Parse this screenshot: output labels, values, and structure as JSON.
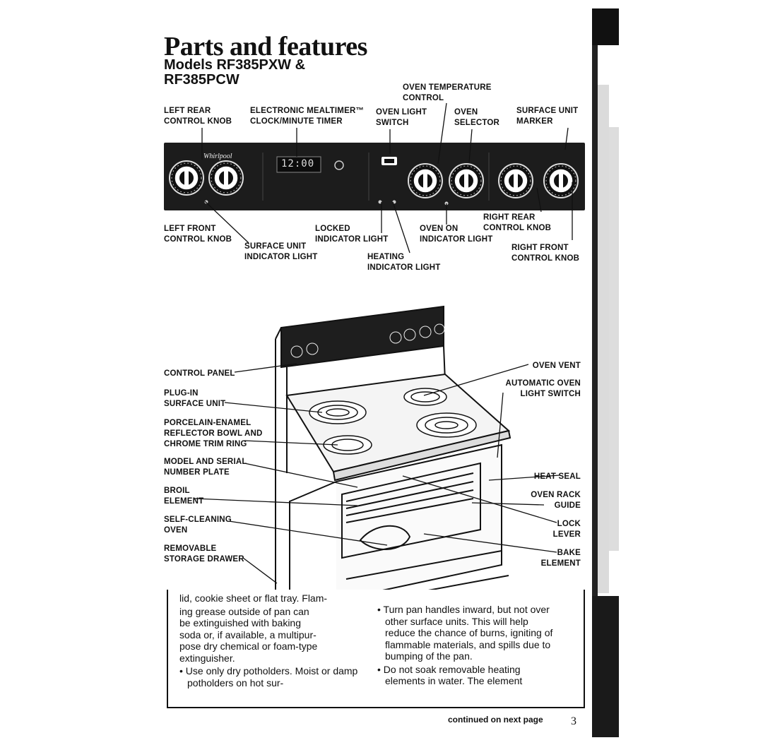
{
  "page": {
    "title": "Parts and features",
    "subtitle": "Models RF385PXW & RF385PCW",
    "continued": "continued on next page",
    "page_number": "3"
  },
  "panel_labels": {
    "left_rear_knob": "LEFT REAR\nCONTROL KNOB",
    "mealtimer": "ELECTRONIC MEALTIMER™\nCLOCK/MINUTE TIMER",
    "oven_temp": "OVEN TEMPERATURE\nCONTROL",
    "oven_light_switch": "OVEN LIGHT\nSWITCH",
    "oven_selector": "OVEN\nSELECTOR",
    "surface_unit_marker": "SURFACE UNIT\nMARKER",
    "left_front_knob": "LEFT FRONT\nCONTROL KNOB",
    "surface_indicator": "SURFACE UNIT\nINDICATOR LIGHT",
    "locked_indicator": "LOCKED\nINDICATOR LIGHT",
    "heating_indicator": "HEATING\nINDICATOR LIGHT",
    "oven_on_indicator": "OVEN ON\nINDICATOR LIGHT",
    "right_rear_knob": "RIGHT REAR\nCONTROL KNOB",
    "right_front_knob": "RIGHT FRONT\nCONTROL KNOB"
  },
  "panel_display": {
    "brand": "Whirlpool",
    "clock": "12:00"
  },
  "range_labels": {
    "control_panel": "CONTROL PANEL",
    "plug_in": "PLUG-IN\nSURFACE UNIT",
    "porcelain": "PORCELAIN-ENAMEL\nREFLECTOR BOWL AND\nCHROME TRIM RING",
    "model_plate": "MODEL AND SERIAL\nNUMBER PLATE",
    "broil": "BROIL\nELEMENT",
    "self_cleaning": "SELF-CLEANING\nOVEN",
    "storage_drawer": "REMOVABLE\nSTORAGE DRAWER",
    "oven_vent": "OVEN VENT",
    "auto_light": "AUTOMATIC OVEN\nLIGHT SWITCH",
    "heat_seal": "HEAT SEAL",
    "rack_guide": "OVEN RACK\nGUIDE",
    "lock_lever": "LOCK\nLEVER",
    "bake_element": "BAKE\nELEMENT"
  },
  "body_text": {
    "left": [
      "lid, cookie sheet or flat tray. Flam-",
      "ing grease outside of pan can",
      "be extinguished with baking",
      "soda or, if available, a multipur-",
      "pose dry chemical or foam-type",
      "extinguisher."
    ],
    "left_bullet": "Use only dry potholders. Moist or damp potholders on hot sur-",
    "right_bullet_1": "Turn pan handles inward, but not over other surface units. This will help reduce the chance of burns, igniting of flammable materials, and spills due to bumping of the pan.",
    "right_bullet_2": "Do not soak removable heating elements in water. The element"
  }
}
